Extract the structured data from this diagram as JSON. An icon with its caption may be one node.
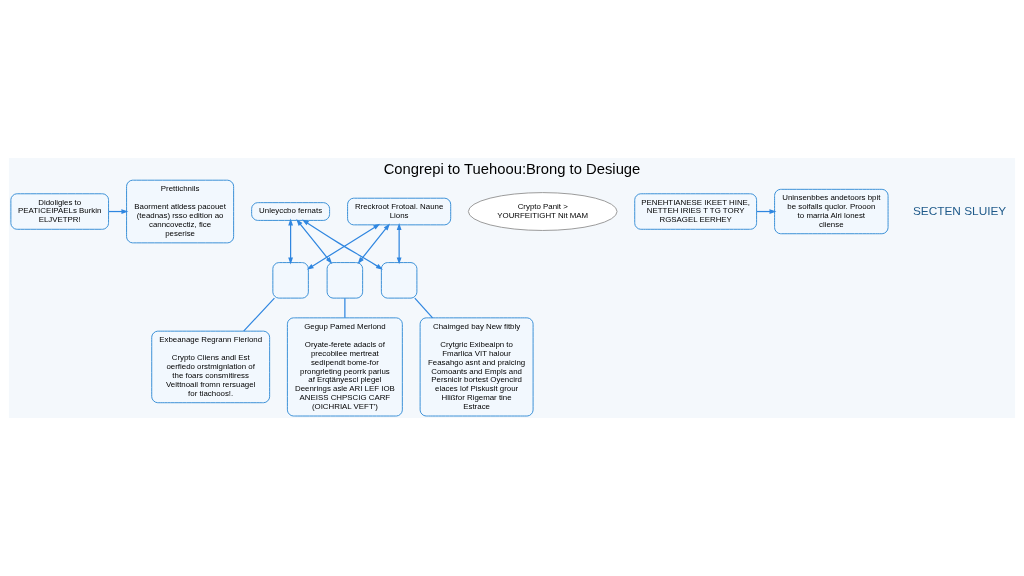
{
  "diagram": {
    "title": "Congrepi to Tuehoou:Brong to Desiuge",
    "nodes": [
      {
        "text": [
          "Didoligles to PEATICEIPAELs Burkin ELJVETPR!"
        ]
      },
      {
        "text": [
          "Prettichnils",
          "Baorment atldess pacouet (teadnas) rsso edition ao canncovectiz, fice peserise"
        ]
      },
      {
        "text": [
          "Unleyccbo fernats"
        ]
      },
      {
        "text": [
          "Crypto Panit > YOURFEITIGHT Nit MAM"
        ]
      },
      {
        "text": [
          "Uninsenbbes andetoors bpit be soifalls quclor. Prooon to marria Alri lonest cliense"
        ]
      },
      {
        "text": [
          "Rreckroot Frotoal. Naune Lions"
        ]
      },
      {
        "text": [
          "PENEHTIANESE IKEET HINE, NETTEH IRIES T TG TORY RGSAGEL EERHEY"
        ]
      },
      {
        "text": [],
        "shape": "box"
      },
      {
        "text": [
          "Exbeanage Regrann Flerlond",
          "Crypto Cliens andl Est oerfiedo orstmignlation of the foars consmitiress Veittnoail fromn rersuagel for tiachoos!."
        ]
      },
      {
        "text": [],
        "shape": "box"
      },
      {
        "text": [
          "Gegup Pamed Merlond",
          "Oryate-ferete adacls of precobilee mertreat sedipendt bome-for prongrleting peorrk parius af Erqtänyescl plegel Deenrings asle ARI LEF IOB ANEISS CHPSCIG CARF (OICHRIAL VEFT')"
        ]
      },
      {
        "text": [],
        "shape": "box"
      },
      {
        "text": [
          "Chaimged bay New fitbly",
          "Crytgric Exibeaipn to Fmarlica VIT halour Feasahgo asnt and praicing Comoants and Empls and Persnicir bortest Oyencird elaces lof Piskuslt grour Hlißfor Rigemar tine Estrace"
        ]
      }
    ],
    "edges": [
      {
        "from": 0,
        "to": 1,
        "arrow": "to"
      },
      {
        "from": 6,
        "to": 4,
        "arrow": "to"
      },
      {
        "from": 2,
        "to": 7,
        "arrow": "both"
      },
      {
        "from": 2,
        "to": 9,
        "arrow": "both"
      },
      {
        "from": 2,
        "to": 11,
        "arrow": "both"
      },
      {
        "from": 5,
        "to": 7,
        "arrow": "both"
      },
      {
        "from": 5,
        "to": 9,
        "arrow": "both"
      },
      {
        "from": 5,
        "to": 11,
        "arrow": "both"
      },
      {
        "from": 7,
        "to": 8,
        "arrow": "none"
      },
      {
        "from": 9,
        "to": 10,
        "arrow": "none"
      },
      {
        "from": 11,
        "to": 12,
        "arrow": "none"
      }
    ],
    "labels": [
      "SECTEN SLUIEY"
    ]
  }
}
